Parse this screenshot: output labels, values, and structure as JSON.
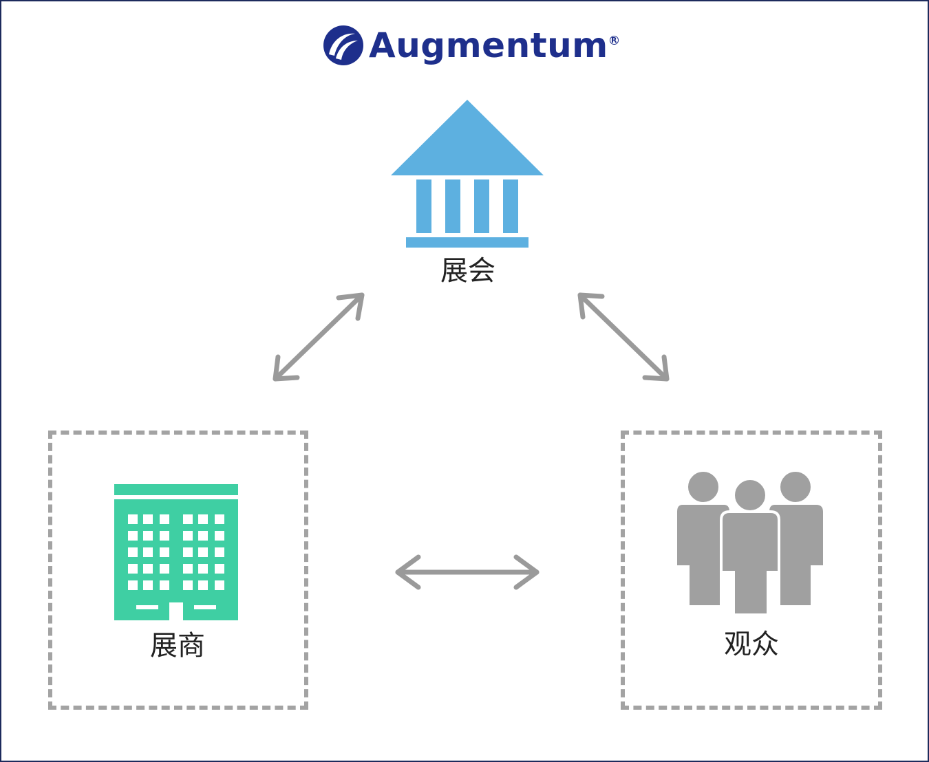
{
  "logo": {
    "brand": "Augmentum",
    "registered": "R",
    "colors": {
      "primary": "#1e2f8c"
    }
  },
  "nodes": {
    "exhibition": {
      "label": "展会",
      "icon": "museum-icon",
      "color": "#5db0e0"
    },
    "exhibitor": {
      "label": "展商",
      "icon": "office-building-icon",
      "color": "#3fcfa3"
    },
    "audience": {
      "label": "观众",
      "icon": "people-group-icon",
      "color": "#a0a0a0"
    }
  },
  "connectors": {
    "color": "#9a9a9a",
    "box_border": "#a3a3a3"
  }
}
